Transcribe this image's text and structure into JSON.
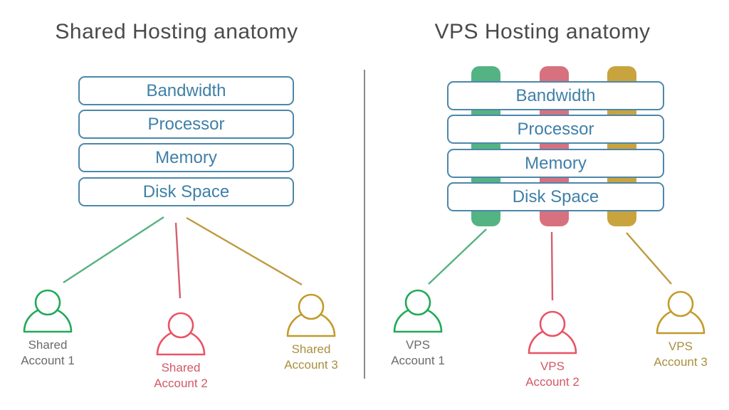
{
  "colors": {
    "title_text": "#4a4a4a",
    "box_border": "#4d87aa",
    "box_text": "#3f80a8",
    "divider": "#8a8a8a",
    "green_bar": "#54b383",
    "green_line": "#55b283",
    "green_person": "#21a957",
    "red_bar": "#d8717f",
    "red_line": "#d5606f",
    "red_person": "#e95365",
    "red_label": "#d25864",
    "gold_bar": "#c9a43e",
    "gold_line": "#bd9a3e",
    "gold_person": "#c39b2b",
    "gold_label": "#a98f3f",
    "gray_label": "#6a6a6a"
  },
  "left_panel": {
    "title": "Shared Hosting anatomy",
    "boxes": [
      "Bandwidth",
      "Processor",
      "Memory",
      "Disk Space"
    ],
    "accounts": [
      {
        "line1": "Shared",
        "line2": "Account 1"
      },
      {
        "line1": "Shared",
        "line2": "Account 2"
      },
      {
        "line1": "Shared",
        "line2": "Account 3"
      }
    ]
  },
  "right_panel": {
    "title": "VPS Hosting anatomy",
    "boxes": [
      "Bandwidth",
      "Processor",
      "Memory",
      "Disk Space"
    ],
    "accounts": [
      {
        "line1": "VPS",
        "line2": "Account 1"
      },
      {
        "line1": "VPS",
        "line2": "Account 2"
      },
      {
        "line1": "VPS",
        "line2": "Account 3"
      }
    ]
  }
}
